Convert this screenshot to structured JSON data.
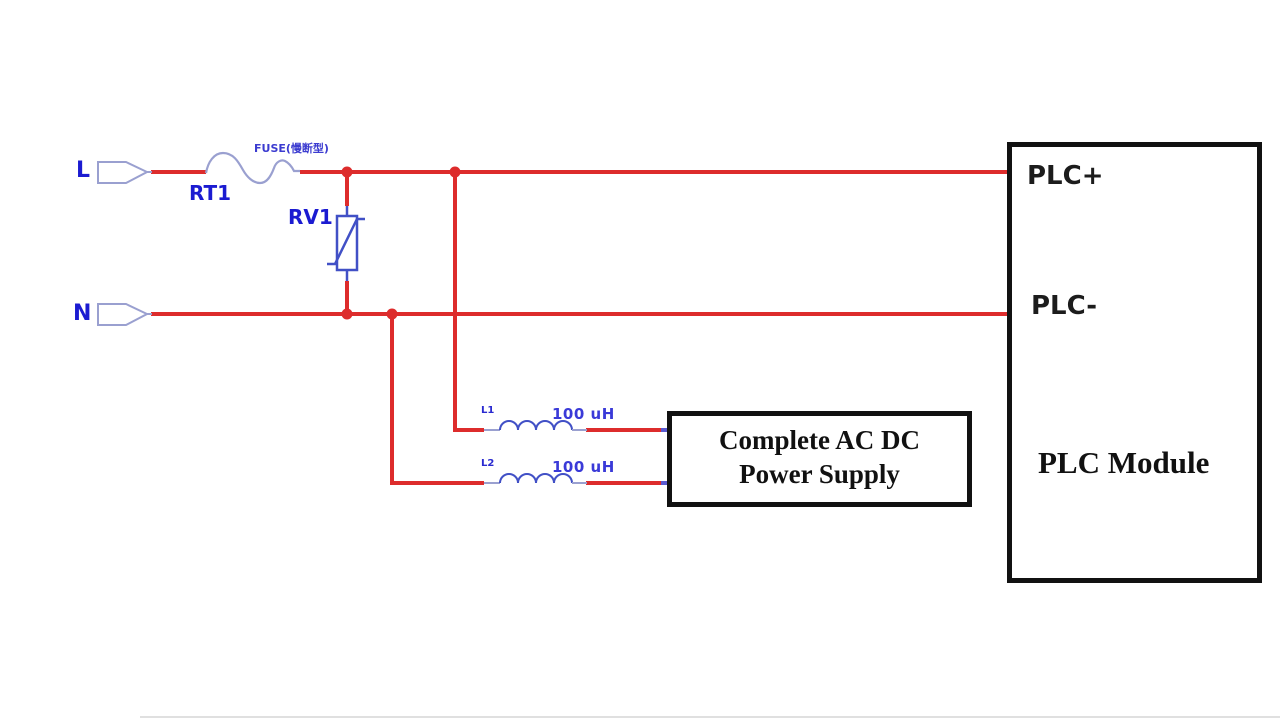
{
  "schematic": {
    "terminals": {
      "live_label": "L",
      "neutral_label": "N"
    },
    "fuse": {
      "designator": "RT1",
      "annotation": "FUSE(慢断型)"
    },
    "varistor": {
      "designator": "RV1"
    },
    "inductors": [
      {
        "designator": "L1",
        "value": "100 uH"
      },
      {
        "designator": "L2",
        "value": "100 uH"
      }
    ],
    "power_supply_box": {
      "title_line1": "Complete AC DC",
      "title_line2": "Power Supply"
    },
    "plc_module_box": {
      "pin_positive": "PLC+",
      "pin_negative": "PLC-",
      "title": "PLC Module"
    },
    "colors": {
      "wire_red": "#dd2c2c",
      "component_blue": "#4150c6",
      "lead_periwinkle": "#9aa0d0",
      "label_blue": "#1b1bd1",
      "box_border": "#111111"
    }
  }
}
